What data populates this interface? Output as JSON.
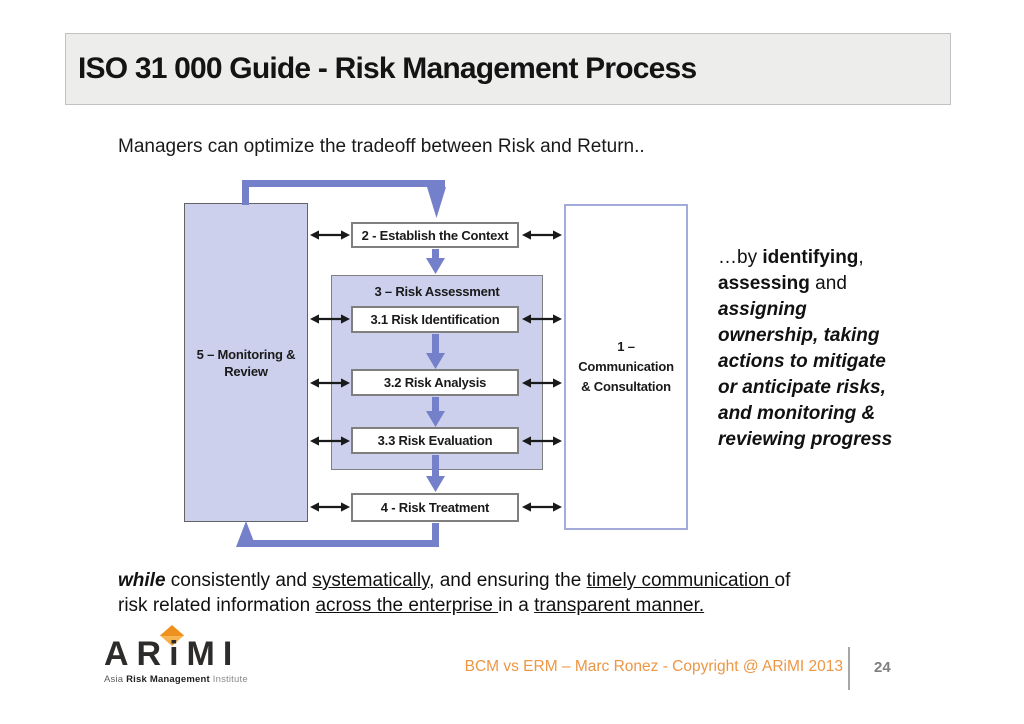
{
  "slide": {
    "title": "ISO 31 000 Guide - Risk Management Process",
    "subtitle": "Managers can optimize the tradeoff between Risk and Return.."
  },
  "diagram": {
    "context_label": "2 - Establish the Context",
    "assessment_label": "3 – Risk Assessment",
    "identification_label": "3.1 Risk Identification",
    "analysis_label": "3.2 Risk Analysis",
    "evaluation_label": "3.3 Risk Evaluation",
    "treatment_label": "4 - Risk Treatment",
    "monitoring_l1": "5 – Monitoring &",
    "monitoring_l2": "Review",
    "communication_l1": "1 –",
    "communication_l2": "Communication",
    "communication_l3": "& Consultation"
  },
  "right_note": {
    "l1a": "…by ",
    "l1b": "identifying",
    "l1c": ",",
    "l2a": "assessing",
    "l2b": " and",
    "l3": "assigning",
    "l4": "ownership, taking",
    "l5": "actions to mitigate",
    "l6": "or anticipate risks,",
    "l7": "and monitoring &",
    "l8": "reviewing progress"
  },
  "bottom_note": {
    "l1a": "while",
    "l1b": " consistently and ",
    "l1c": "systematically",
    "l1d": ", and ensuring the ",
    "l1e": "timely communication ",
    "l1f": "of",
    "l2a": "risk related information ",
    "l2b": "across the enterprise ",
    "l2c": "in a ",
    "l2d": "transparent manner. "
  },
  "logo": {
    "diamond_icon": "orange-diamond",
    "wordmark": "ARiMI",
    "tagline_1": "Asia ",
    "tagline_2": "Risk Management",
    "tagline_3": " Institute"
  },
  "footer": {
    "credit": "BCM vs ERM – Marc Ronez - Copyright @ ARiMI 2013",
    "page": "24"
  },
  "colors": {
    "box_lavender": "#CCD0EC",
    "flow_arrow_blue": "#7480CA",
    "comm_border": "#A3ABDA",
    "titlebar_gray": "#EDEDEC",
    "footer_orange": "#ED9643",
    "logo_orange": "#EF8F1C",
    "page_number_gray": "#7F7F7F"
  }
}
